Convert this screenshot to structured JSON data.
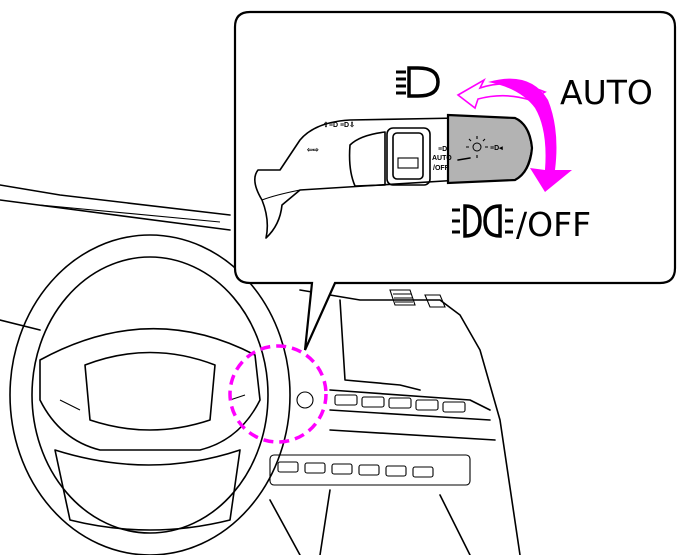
{
  "callout": {
    "position_auto": "AUTO",
    "position_off": "/OFF",
    "headlight_symbol": "headlight-icon",
    "parking_light_symbol": "parking-light-icon"
  },
  "lever": {
    "label_auto": "AUTO",
    "label_off": "/OFF"
  },
  "colors": {
    "accent": "#ff00ff",
    "knob": "#b3b3b3",
    "line": "#000000"
  }
}
